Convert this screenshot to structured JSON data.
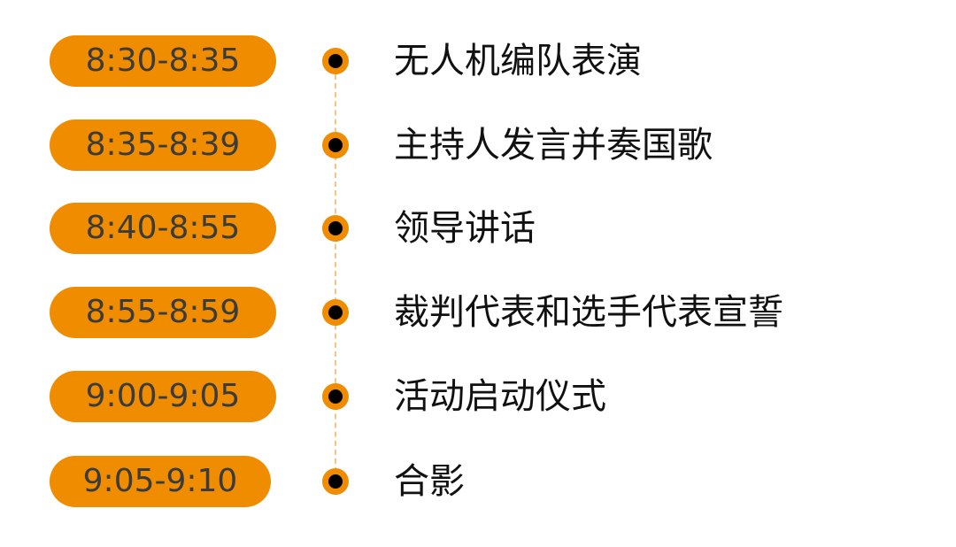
{
  "accent_color": "#f08c00",
  "schedule": [
    {
      "time": "8:30-8:35",
      "event": "无人机编队表演"
    },
    {
      "time": "8:35-8:39",
      "event": "主持人发言并奏国歌"
    },
    {
      "time": "8:40-8:55",
      "event": "领导讲话"
    },
    {
      "time": "8:55-8:59",
      "event": "裁判代表和选手代表宣誓"
    },
    {
      "time": "9:00-9:05",
      "event": "活动启动仪式"
    },
    {
      "time": "9:05-9:10",
      "event": "合影"
    }
  ]
}
